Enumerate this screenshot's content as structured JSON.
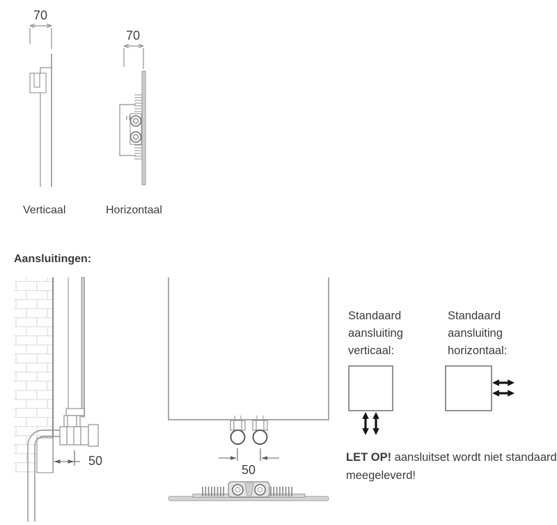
{
  "colors": {
    "diagram_line": "#8f8f8f",
    "dark_line": "#5f5f5f",
    "panel_fill": "#cdcdcd",
    "plate_fill": "#d6d6d6",
    "brick_line": "#e2e2e2",
    "text": "#3b3b3b",
    "arrow": "#151515"
  },
  "figures": {
    "vertical_side": {
      "dim_label": "70",
      "caption": "Verticaal"
    },
    "horizontal_side": {
      "dim_label": "70",
      "caption": "Horizontaal"
    }
  },
  "connections": {
    "heading": "Aansluitingen:",
    "wall_figure": {
      "dim_label": "50"
    },
    "front_figure": {
      "dim_label": "50"
    },
    "standard_vertical": {
      "lines": [
        "Standaard",
        "aansluiting",
        "verticaal:"
      ]
    },
    "standard_horizontal": {
      "lines": [
        "Standaard",
        "aansluiting",
        "horizontaal:"
      ]
    },
    "note": {
      "bold": "LET OP!",
      "rest": "aansluitset wordt niet standaard meegeleverd!"
    }
  }
}
